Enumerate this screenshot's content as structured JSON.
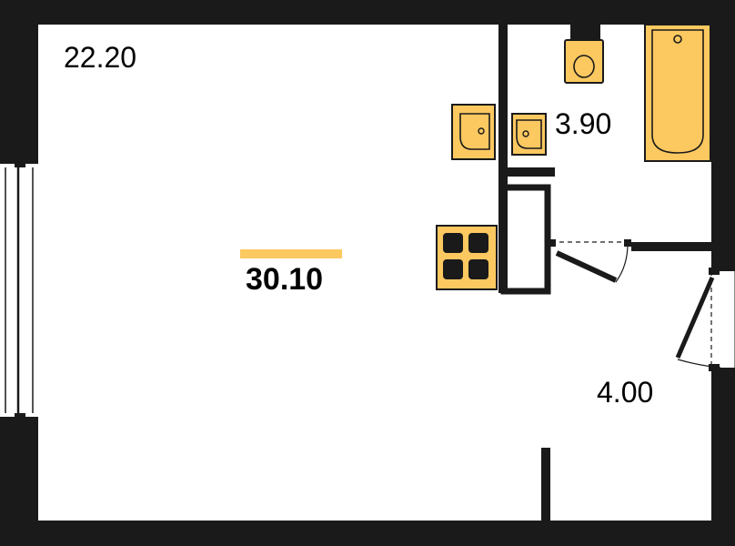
{
  "plan": {
    "total_area": "30.10",
    "rooms": {
      "main": "22.20",
      "bathroom": "3.90",
      "hall": "4.00"
    }
  },
  "colors": {
    "wall": "#1a1a1a",
    "fixture": "#fcc860",
    "accent": "#fcc860",
    "background": "#ffffff"
  },
  "icons": [
    "toilet-icon",
    "bathtub-icon",
    "sink-icon",
    "stove-icon",
    "door-swing-icon",
    "window-icon"
  ]
}
